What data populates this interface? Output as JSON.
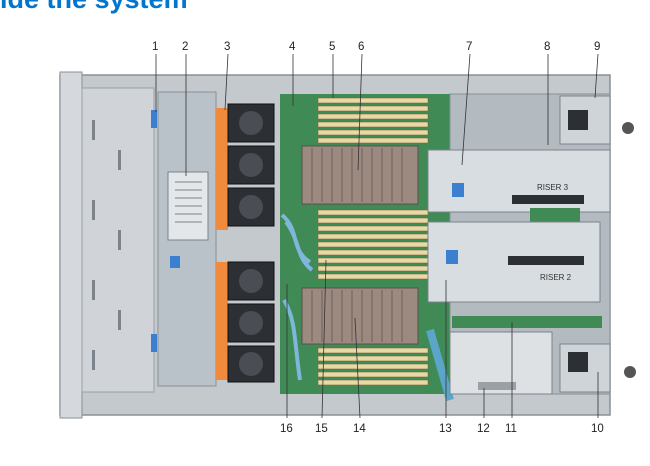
{
  "header": {
    "title": "ide the system"
  },
  "colors": {
    "title": "#0076ce",
    "fan_shroud": "#f08a3c",
    "motherboard": "#3f8a55",
    "chassis": "#b8bec4",
    "heatsink": "#9c8a80",
    "dimm": "#e8d9a8"
  },
  "figure": {
    "callouts_top": [
      "1",
      "2",
      "3",
      "4",
      "5",
      "6",
      "7",
      "8",
      "9"
    ],
    "callouts_bottom": [
      "16",
      "15",
      "14",
      "13",
      "12",
      "11",
      "10"
    ],
    "riser_labels": [
      "RISER 3",
      "RISER 2"
    ]
  }
}
